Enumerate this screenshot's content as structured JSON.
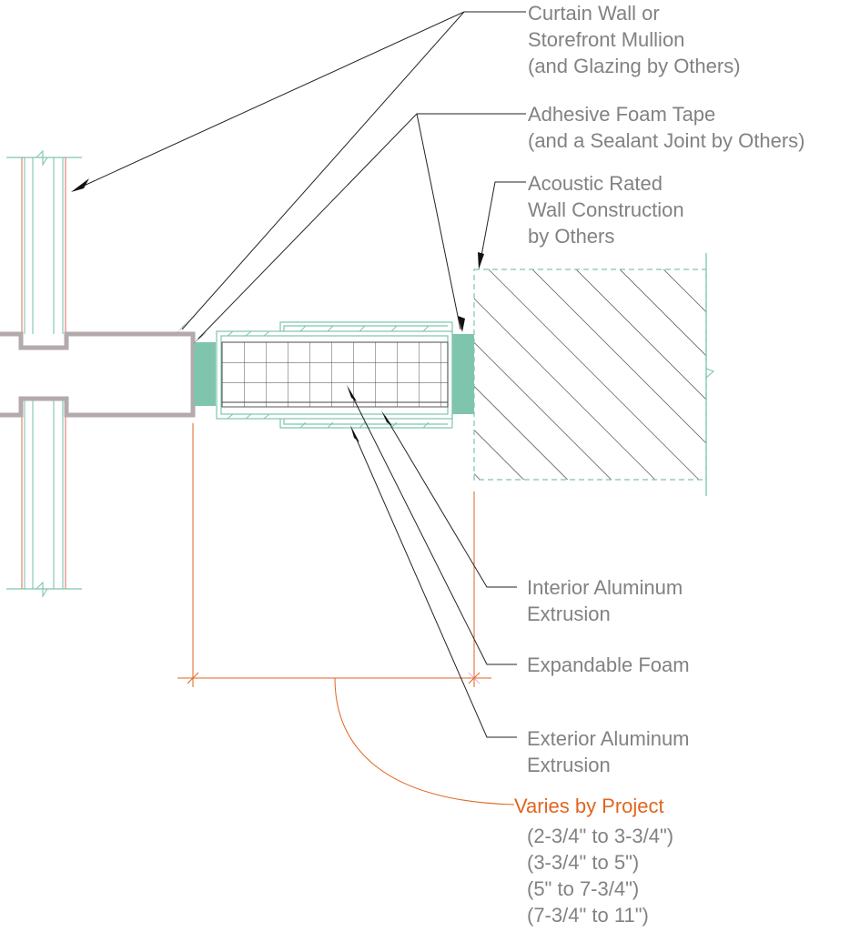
{
  "labels": {
    "curtain_wall": [
      "Curtain Wall or",
      "Storefront Mullion",
      "(and Glazing by Others)"
    ],
    "foam_tape": [
      "Adhesive Foam Tape",
      "(and a Sealant Joint by Others)"
    ],
    "acoustic_wall": [
      "Acoustic Rated",
      "Wall Construction",
      "by Others"
    ],
    "interior_extrusion": [
      "Interior Aluminum",
      "Extrusion"
    ],
    "expandable_foam": [
      "Expandable Foam"
    ],
    "exterior_extrusion": [
      "Exterior Aluminum",
      "Extrusion"
    ],
    "varies": "Varies by Project",
    "ranges": [
      "(2-3/4\" to 3-3/4\")",
      "(3-3/4\" to 5\")",
      "(5\" to 7-3/4\")",
      "(7-3/4\" to 11\")"
    ]
  },
  "colors": {
    "text": "#828282",
    "orange": "#e0651f",
    "green": "#7fc5ad",
    "mullion": "#b4a9ac",
    "glass_edge": "#e38d80",
    "line": "#222222"
  }
}
